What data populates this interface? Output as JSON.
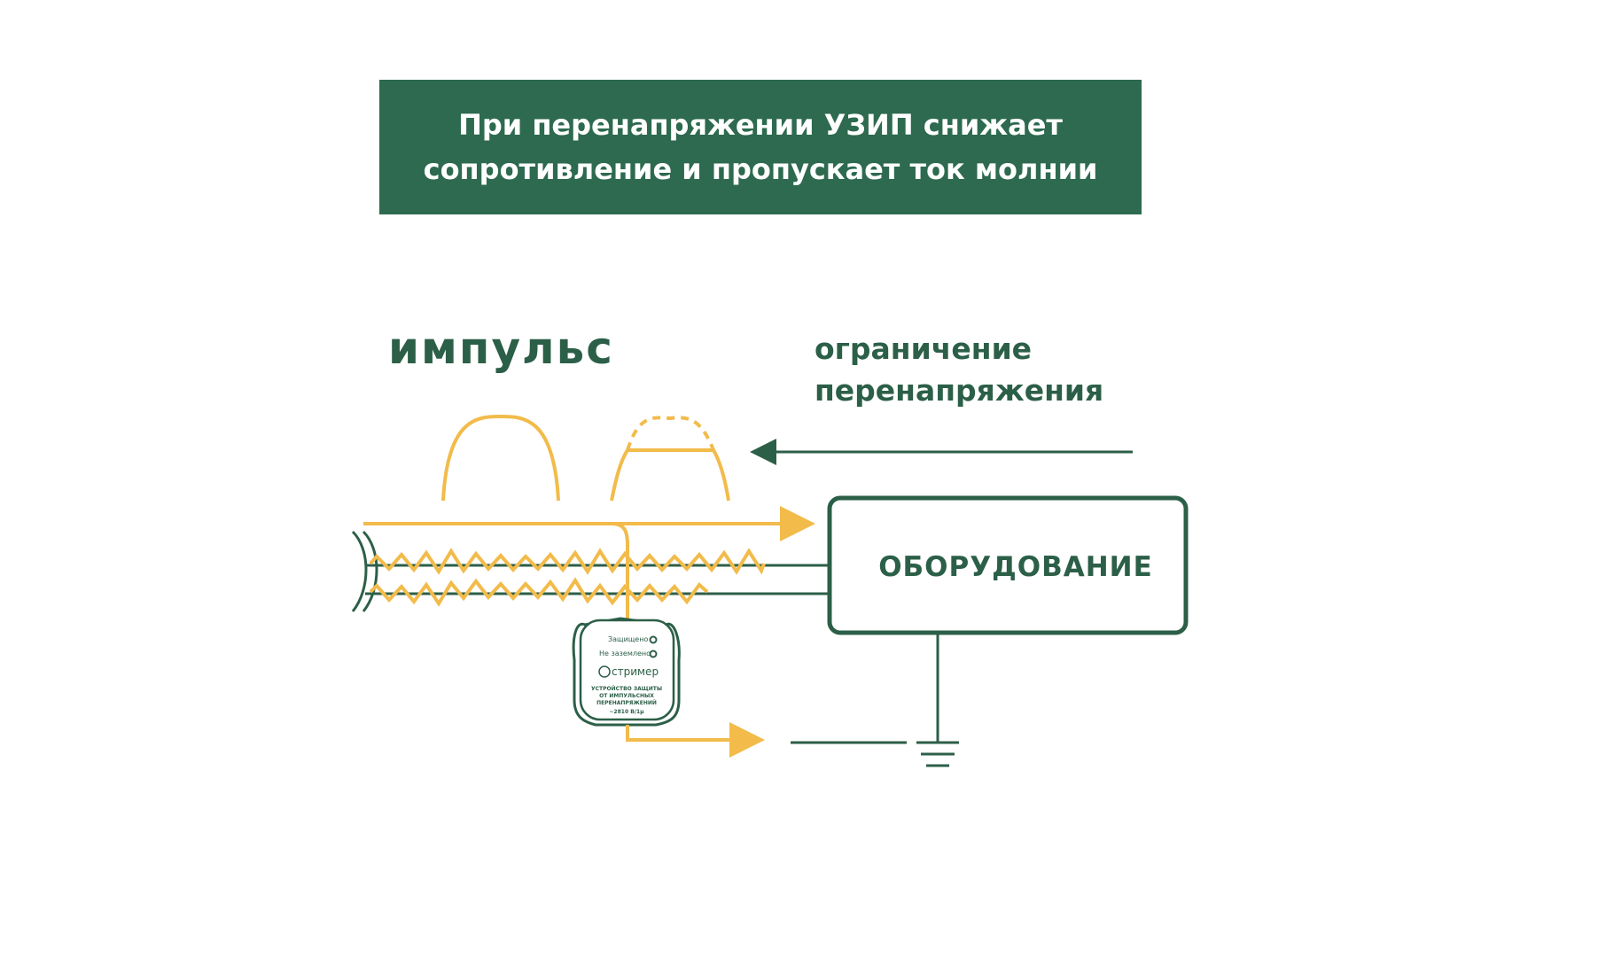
{
  "banner": {
    "text": "При перенапряжении УЗИП снижает\nсопротивление и пропускает ток молнии"
  },
  "labels": {
    "impulse": "импульс",
    "limit_line1": "ограничение",
    "limit_line2": "перенапряжения",
    "equipment": "ОБОРУДОВАНИЕ"
  },
  "device": {
    "indicator_protected": "Защищено",
    "indicator_not_grounded": "Не заземлено",
    "brand": "стример",
    "caption_line1": "УСТРОЙСТВО ЗАЩИТЫ",
    "caption_line2": "ОТ ИМПУЛЬСНЫХ",
    "caption_line3": "ПЕРЕНАПРЯЖЕНИЙ",
    "model": "~2810 В/1μ"
  },
  "colors": {
    "accent_green": "#2d6a4f",
    "line_green": "#2c5f48",
    "impulse_yellow": "#f2bb4a"
  }
}
